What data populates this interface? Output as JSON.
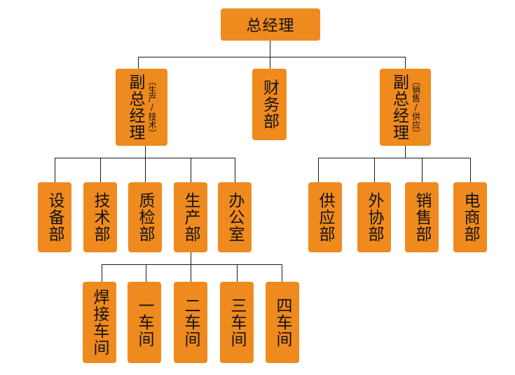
{
  "chart_data": {
    "type": "org-chart",
    "root": "总经理",
    "level2": [
      {
        "name": "副总经理",
        "note": "（生产/技术）"
      },
      {
        "name": "财务部"
      },
      {
        "name": "副总经理",
        "note": "（销售/供应）"
      }
    ],
    "production_depts": [
      "设备部",
      "技术部",
      "质检部",
      "生产部",
      "办公室"
    ],
    "sales_depts": [
      "供应部",
      "外协部",
      "销售部",
      "电商部"
    ],
    "workshops": [
      "焊接车间",
      "一车间",
      "二车间",
      "三车间",
      "四车间"
    ]
  },
  "colors": {
    "box_fill": "#ef8a1e",
    "line": "#1a1a1a",
    "text": "#111111"
  }
}
